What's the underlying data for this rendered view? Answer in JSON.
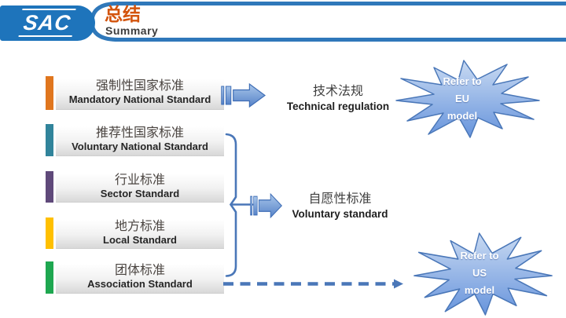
{
  "header": {
    "logo_text": "SAC",
    "title_zh": "总结",
    "title_en": "Summary"
  },
  "standards": [
    {
      "zh": "强制性国家标准",
      "en": "Mandatory National Standard",
      "bar_color": "#E0761E"
    },
    {
      "zh": "推荐性国家标准",
      "en": "Voluntary National Standard",
      "bar_color": "#31849B"
    },
    {
      "zh": "行业标准",
      "en": "Sector Standard",
      "bar_color": "#5F497A"
    },
    {
      "zh": "地方标准",
      "en": "Local Standard",
      "bar_color": "#FFC000"
    },
    {
      "zh": "团体标准",
      "en": "Association Standard",
      "bar_color": "#1EA750"
    }
  ],
  "outcomes": {
    "technical": {
      "zh": "技术法规",
      "en": "Technical regulation"
    },
    "voluntary": {
      "zh": "自愿性标准",
      "en": "Voluntary standard"
    }
  },
  "badges": {
    "eu": {
      "lines": [
        "Refer to",
        "EU",
        "model"
      ]
    },
    "us": {
      "lines": [
        "Refer to",
        "US",
        "model"
      ]
    }
  },
  "colors": {
    "frame_blue": "#2F78BA",
    "logo_blue": "#1E74BB",
    "title_orange": "#D3540D",
    "connector_blue": "#4A77B8",
    "star_fill_top": "#C9DAF2",
    "star_fill_bottom": "#6794DC",
    "arrow_fill_top": "#A9C6EA",
    "arrow_fill_bottom": "#5582C8"
  }
}
